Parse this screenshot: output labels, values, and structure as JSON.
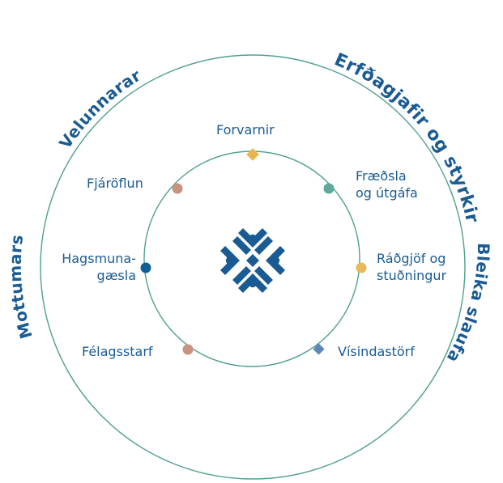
{
  "outer_labels": {
    "top_right": "Erfðagjafir og styrkir",
    "top_left": "Velunnarar",
    "left": "Mottumars",
    "right": "Bleika slaufan"
  },
  "inner_labels": {
    "top": "Forvarnir",
    "upper_left": "Fjáröflun",
    "upper_right": {
      "line1": "Fræðsla",
      "line2": "og útgáfa"
    },
    "left": {
      "line1": "Hagsmuna-",
      "line2": "gæsla"
    },
    "right": {
      "line1": "Ráðgjöf og",
      "line2": "stuðningur"
    },
    "lower_left": "Félagsstarf",
    "lower_right": "Vísindastörf"
  },
  "colors": {
    "circle_stroke": "#4fa090",
    "text_primary": "#1a5b93",
    "forvarnir_marker": "#e9b64c",
    "fjaroflun_marker": "#c89481",
    "fraedsla_marker": "#5fa99d",
    "hagsmunagaesla_marker": "#115e97",
    "radgjof_marker": "#e8b85a",
    "felagsstarf_marker": "#c89481",
    "visindastorf_marker": "#5e87b8",
    "logo": "#1a5b93"
  },
  "icons": {
    "center_logo": "cancer-society-logo-icon"
  }
}
